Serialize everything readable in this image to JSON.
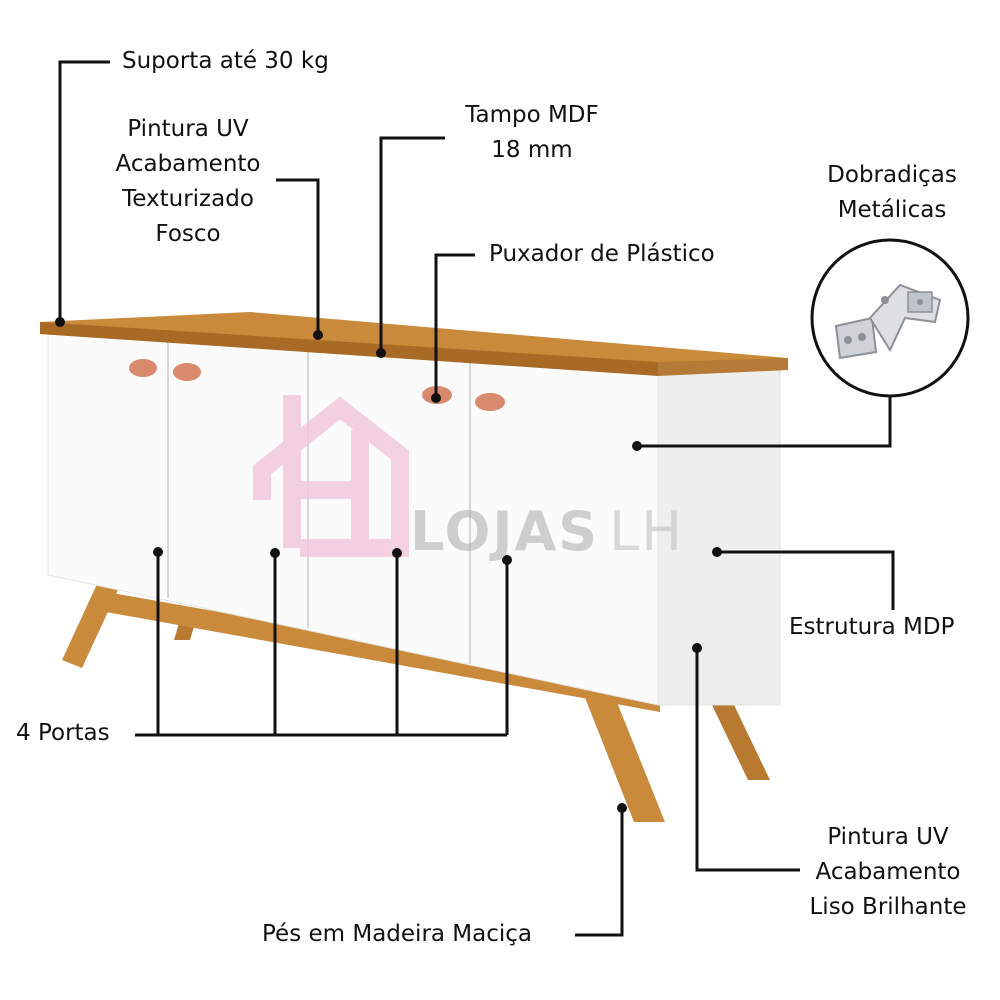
{
  "labels": {
    "load": "Suporta até 30 kg",
    "top_paint": [
      "Pintura UV",
      "Acabamento",
      "Texturizado",
      "Fosco"
    ],
    "top_board": [
      "Tampo MDF",
      "18 mm"
    ],
    "handle": "Puxador de Plástico",
    "hinges": [
      "Dobradiças",
      "Metálicas"
    ],
    "structure": "Estrutura MDP",
    "doors": "4 Portas",
    "side_paint": [
      "Pintura UV",
      "Acabamento",
      "Liso Brilhante"
    ],
    "feet": "Pés em Madeira Maciça"
  },
  "watermark": {
    "word": "LOJAS",
    "suffix": "LH"
  },
  "colors": {
    "wood": "#c98a3b",
    "wood_dark": "#a86a25",
    "white_panel": "#fbfbfb",
    "side_panel": "#eeeeee",
    "handle": "#d9896c",
    "watermark_pink": "#f1c9dc",
    "line": "#111111"
  }
}
